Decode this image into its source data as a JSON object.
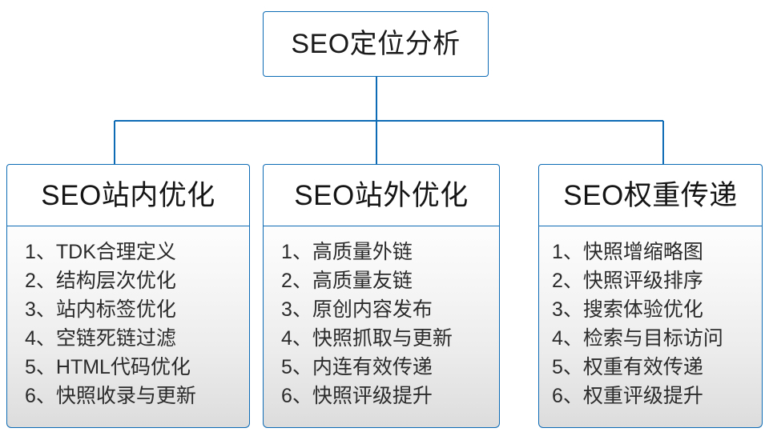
{
  "diagram": {
    "type": "org-tree",
    "accent_color": "#0d6ab4",
    "text_color": "#1a1a1a",
    "root": {
      "label": "SEO定位分析"
    },
    "branches": [
      {
        "header": "SEO站内优化",
        "items": [
          "1、TDK合理定义",
          "2、结构层次优化",
          "3、站内标签优化",
          "4、空链死链过滤",
          "5、HTML代码优化",
          "6、快照收录与更新"
        ]
      },
      {
        "header": "SEO站外优化",
        "items": [
          "1、高质量外链",
          "2、高质量友链",
          "3、原创内容发布",
          "4、快照抓取与更新",
          "5、内连有效传递",
          "6、快照评级提升"
        ]
      },
      {
        "header": "SEO权重传递",
        "items": [
          "1、快照增缩略图",
          "2、快照评级排序",
          "3、搜索体验优化",
          "4、检索与目标访问",
          "5、权重有效传递",
          "6、权重评级提升"
        ]
      }
    ]
  }
}
